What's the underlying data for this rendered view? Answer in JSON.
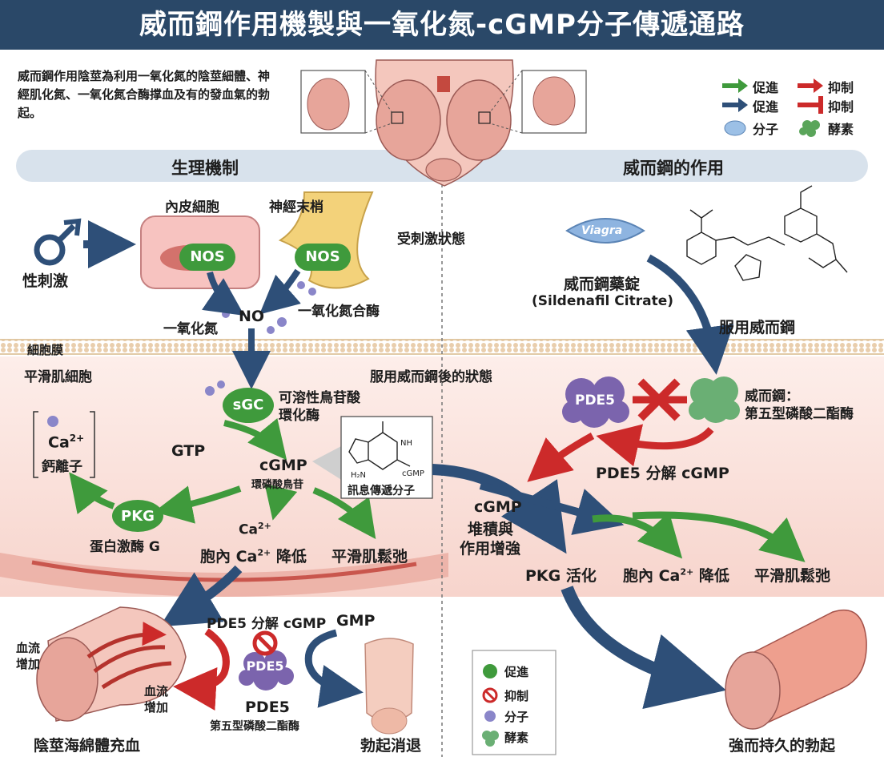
{
  "title": "威而鋼作用機製與一氧化氮-cGMP分子傳遞通路",
  "intro": "威而鋼作用陰莖為利用一氧化氮的陰莖細體、神經肌化氮、一氧化氮合酶撑血及有的發血氣的勃起。",
  "legend_top": {
    "promote_green": "促進",
    "inhibit_red": "抑制",
    "promote_blue": "促進",
    "inhibit_bar": "抑制",
    "molecule": "分子",
    "enzyme": "酵素"
  },
  "sections": {
    "left": "生理機制",
    "right": "威而鋼的作用"
  },
  "left": {
    "endothelial": "內皮細胞",
    "nerve": "神經末梢",
    "stimulated": "受刺激狀態",
    "sexual_stim": "性刺激",
    "nos1": "NOS",
    "nos2": "NOS",
    "nitric_oxide": "一氧化氮",
    "no": "NO",
    "no_synthase": "一氧化氮合酶",
    "cell_membrane": "細胞膜",
    "smooth_muscle_cell": "平滑肌細胞",
    "after_viagra": "服用威而鋼後的狀態",
    "sgc": "sGC",
    "sgc_name_1": "可溶性鳥苷酸",
    "sgc_name_2": "環化酶",
    "ca_ion": "Ca",
    "ca_sup": "2+",
    "calcium_ion": "鈣離子",
    "gtp": "GTP",
    "cgmp": "cGMP",
    "cgmp_name": "環磷酸鳥苷",
    "messenger": "訊息傳遞分子",
    "struct_h2n": "H₂N",
    "struct_nh": "NH",
    "struct_cgmp": "cGMP",
    "pkg": "PKG",
    "pkg_name": "蛋白激酶 G",
    "ca_label": "Ca",
    "intra_ca_pre": "胞內 Ca",
    "intra_ca_post": " 降低",
    "relax": "平滑肌鬆弛",
    "blood_flow_1": "血流",
    "blood_flow_2": "增加",
    "blood_flow_3": "血流",
    "blood_flow_4": "增加",
    "pde5_breaks": "PDE5 分解 cGMP",
    "gmp": "GMP",
    "pde5": "PDE5",
    "pde5_label": "PDE5",
    "pde5_name": "第五型磷酸二酯酶",
    "engorged": "陰莖海綿體充血",
    "subside": "勃起消退"
  },
  "right": {
    "pill_text": "Viagra",
    "drug_name": "威而鋼藥錠",
    "drug_en": "(Sildenafil Citrate)",
    "take_viagra": "服用威而鋼",
    "pde5": "PDE5",
    "inhibitor_1": "威而鋼：",
    "inhibitor_2": "第五型磷酸二酯酶",
    "pde5_breaks": "PDE5 分解 cGMP",
    "accum_1": "cGMP",
    "accum_2": "堆積與",
    "accum_3": "作用增強",
    "pkg_active": "PKG 活化",
    "intra_ca_pre": "胞內 Ca",
    "intra_ca_post": " 降低",
    "relax": "平滑肌鬆弛",
    "result": "強而持久的勃起"
  },
  "legend_bottom": {
    "promote": "促進",
    "inhibit": "抑制",
    "molecule": "分子",
    "enzyme": "酵素"
  },
  "colors": {
    "title_bg": "#2a4868",
    "promote": "#3f9a3c",
    "inhibit": "#cc2a2a",
    "blue_arrow": "#2e4f78",
    "cell_pink": "#fbe3de",
    "nos_green": "#3f9a3c",
    "pde5_purple": "#7b64ad"
  }
}
